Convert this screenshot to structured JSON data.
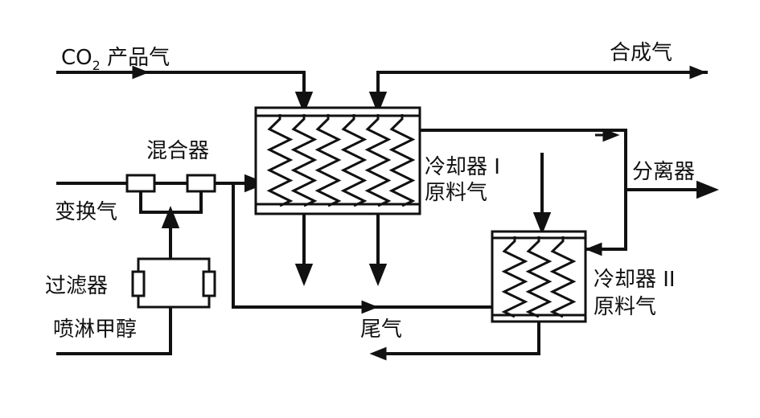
{
  "labels": {
    "co2_main": "CO",
    "co2_sub": "2",
    "co2_rest": " 产品气",
    "syngas": "合成气",
    "mixer": "混合器",
    "shift_gas": "变换气",
    "filter": "过滤器",
    "methanol": "喷淋甲醇",
    "cooler1_name": "冷却器 I",
    "cooler1_feed": "原料气",
    "separator": "分离器",
    "cooler2_name": "冷却器 II",
    "cooler2_feed": "原料气",
    "tail_gas": "尾气"
  },
  "colors": {
    "line": "#111111",
    "background": "#ffffff"
  }
}
